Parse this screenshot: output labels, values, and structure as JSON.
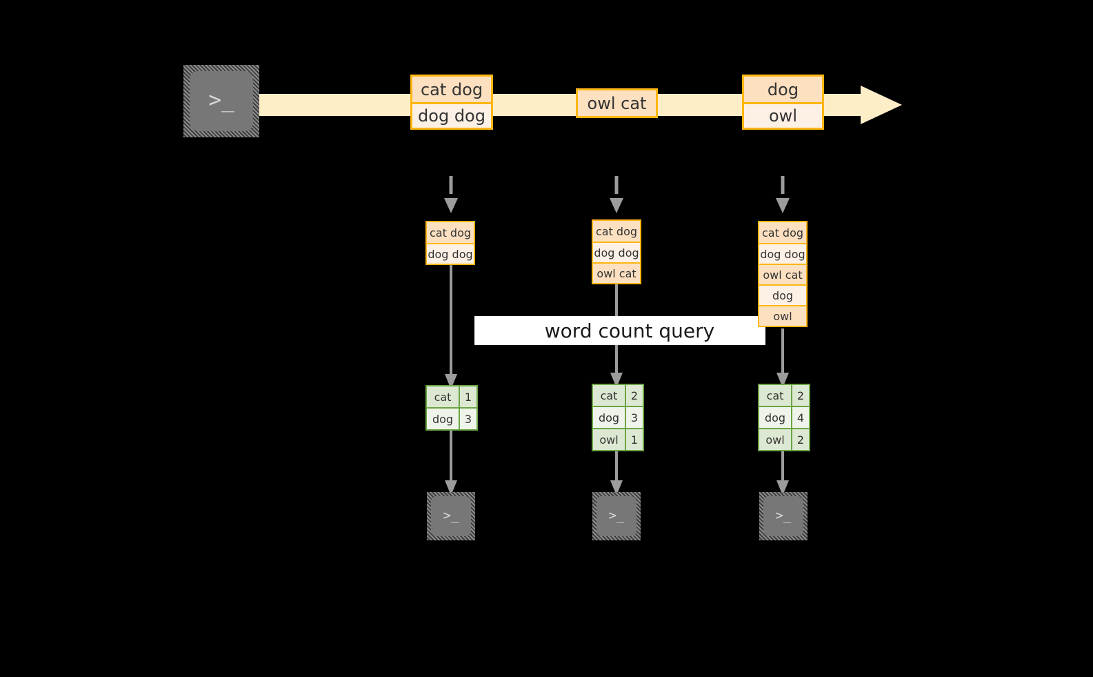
{
  "theme": {
    "background": "#000000",
    "stream_arrow_fill": "#fdeec8",
    "orange_border": "#ffb612",
    "orange_fill_dark": "#fce0c0",
    "orange_fill_light": "#fdf1e6",
    "green_border": "#6aa544",
    "green_fill_dark": "#dde8d2",
    "green_fill_light": "#eff4ea",
    "arrow_gray": "#9c9c9c",
    "terminal_gray": "#777777",
    "banner_background": "#ffffff",
    "text_color": "#333333"
  },
  "source": {
    "terminal_icon": "terminal-prompt-icon",
    "prompt_glyph": ">_"
  },
  "stream": {
    "arrow_icon": "stream-arrow-right-icon",
    "boxes": [
      {
        "rows": [
          "cat dog",
          "dog dog"
        ]
      },
      {
        "rows": [
          "owl cat"
        ]
      },
      {
        "rows": [
          "dog",
          "owl"
        ]
      }
    ]
  },
  "columns": [
    {
      "id": "snapshot-1",
      "ingest_arrow_icon": "dashed-arrow-down-icon",
      "input_table": {
        "rows": [
          "cat dog",
          "dog dog"
        ]
      },
      "query_arrow_icon": "arrow-down-icon",
      "result_table": {
        "rows": [
          {
            "key": "cat",
            "value": "1"
          },
          {
            "key": "dog",
            "value": "3"
          }
        ]
      },
      "output_arrow_icon": "arrow-down-icon",
      "sink": {
        "terminal_icon": "terminal-prompt-icon",
        "prompt_glyph": ">_"
      }
    },
    {
      "id": "snapshot-2",
      "ingest_arrow_icon": "dashed-arrow-down-icon",
      "input_table": {
        "rows": [
          "cat dog",
          "dog dog",
          "owl cat"
        ]
      },
      "query_arrow_icon": "arrow-down-icon",
      "result_table": {
        "rows": [
          {
            "key": "cat",
            "value": "2"
          },
          {
            "key": "dog",
            "value": "3"
          },
          {
            "key": "owl",
            "value": "1"
          }
        ]
      },
      "output_arrow_icon": "arrow-down-icon",
      "sink": {
        "terminal_icon": "terminal-prompt-icon",
        "prompt_glyph": ">_"
      }
    },
    {
      "id": "snapshot-3",
      "ingest_arrow_icon": "dashed-arrow-down-icon",
      "input_table": {
        "rows": [
          "cat dog",
          "dog dog",
          "owl cat",
          "dog",
          "owl"
        ]
      },
      "query_arrow_icon": "arrow-down-icon",
      "result_table": {
        "rows": [
          {
            "key": "cat",
            "value": "2"
          },
          {
            "key": "dog",
            "value": "4"
          },
          {
            "key": "owl",
            "value": "2"
          }
        ]
      },
      "output_arrow_icon": "arrow-down-icon",
      "sink": {
        "terminal_icon": "terminal-prompt-icon",
        "prompt_glyph": ">_"
      }
    }
  ],
  "query_banner": {
    "label": "word count query"
  }
}
